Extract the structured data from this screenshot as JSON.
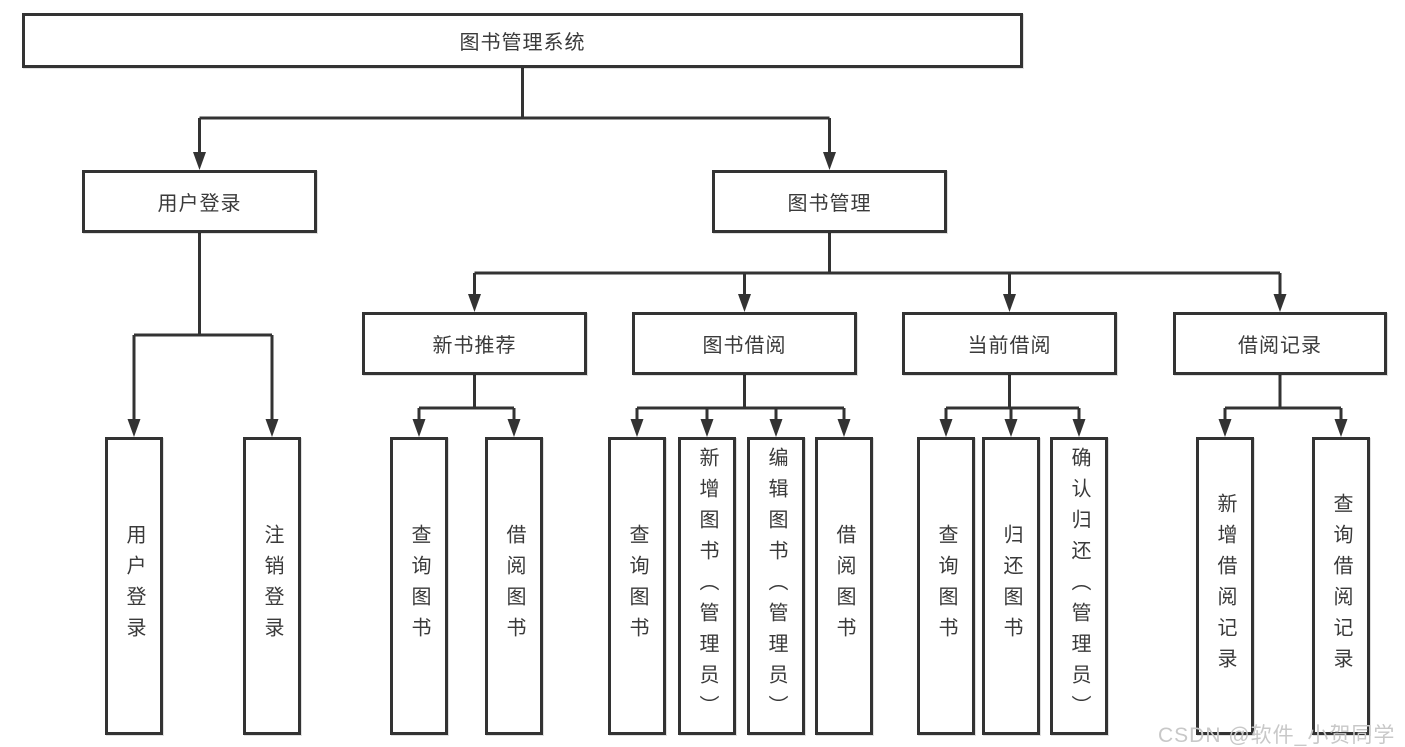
{
  "diagram": {
    "type": "tree",
    "root": {
      "label": "图书管理系统",
      "children": [
        {
          "label": "用户登录",
          "children": [
            {
              "label": "用户登录"
            },
            {
              "label": "注销登录"
            }
          ]
        },
        {
          "label": "图书管理",
          "children": [
            {
              "label": "新书推荐",
              "children": [
                {
                  "label": "查询图书"
                },
                {
                  "label": "借阅图书"
                }
              ]
            },
            {
              "label": "图书借阅",
              "children": [
                {
                  "label": "查询图书"
                },
                {
                  "label": "新增图书（管理员）"
                },
                {
                  "label": "编辑图书（管理员）"
                },
                {
                  "label": "借阅图书"
                }
              ]
            },
            {
              "label": "当前借阅",
              "children": [
                {
                  "label": "查询图书"
                },
                {
                  "label": "归还图书"
                },
                {
                  "label": "确认归还（管理员）"
                }
              ]
            },
            {
              "label": "借阅记录",
              "children": [
                {
                  "label": "新增借阅记录"
                },
                {
                  "label": "查询借阅记录"
                }
              ]
            }
          ]
        }
      ]
    }
  },
  "watermark": {
    "text": "CSDN @软件_小贺同学"
  },
  "colors": {
    "line": "#333333",
    "box_border": "#333333",
    "text": "#3a3a3a",
    "watermark": "#c8c8c8",
    "background": "#ffffff"
  }
}
